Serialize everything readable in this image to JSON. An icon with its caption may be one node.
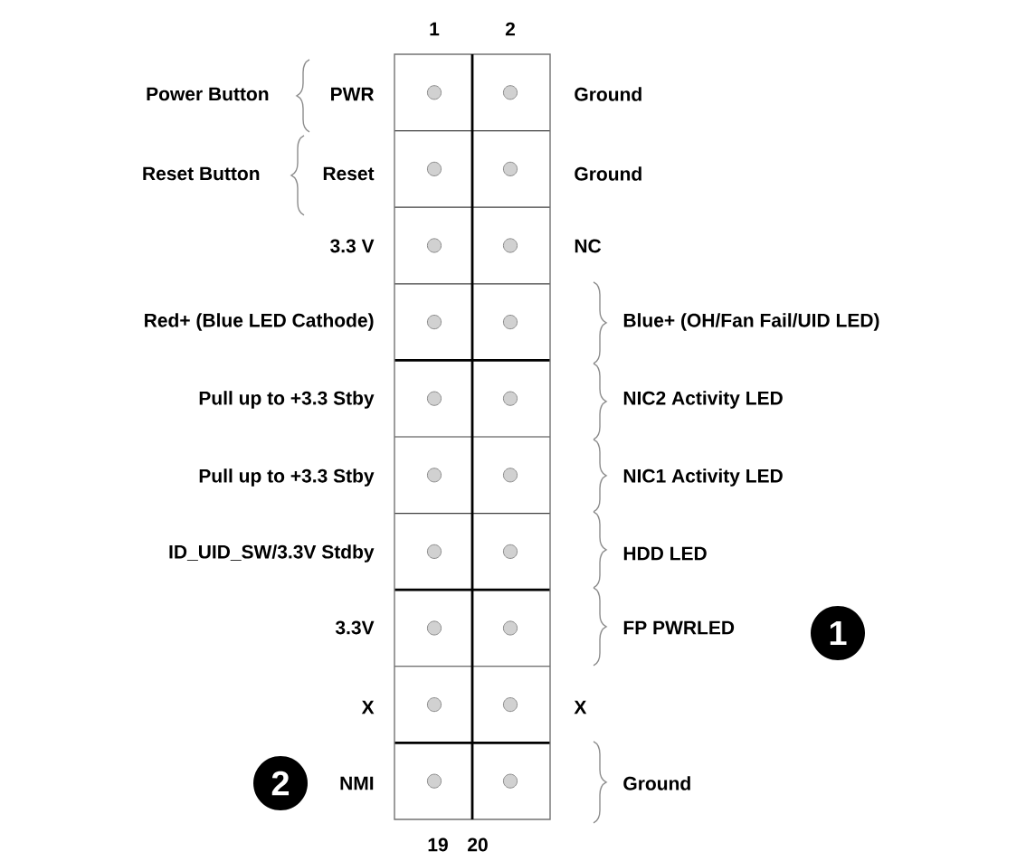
{
  "diagram": {
    "labels": [
      "1",
      "2",
      "Power Button",
      "PWR",
      "Ground",
      "Reset Button",
      "Reset",
      "Ground",
      "3.3 V",
      "NC",
      "Red+ (Blue LED Cathode)",
      "Blue+ (OH/Fan Fail/UID LED)",
      "Pull up to +3.3 Stby",
      "NIC2 Activity LED",
      "Pull up to +3.3 Stby",
      "NIC1 Activity LED",
      "ID_UID_SW/3.3V Stdby",
      "HDD LED",
      "3.3V",
      "FP PWRLED",
      "1",
      "X",
      "X",
      "2",
      "NMI",
      "Ground",
      "19",
      "20"
    ]
  }
}
